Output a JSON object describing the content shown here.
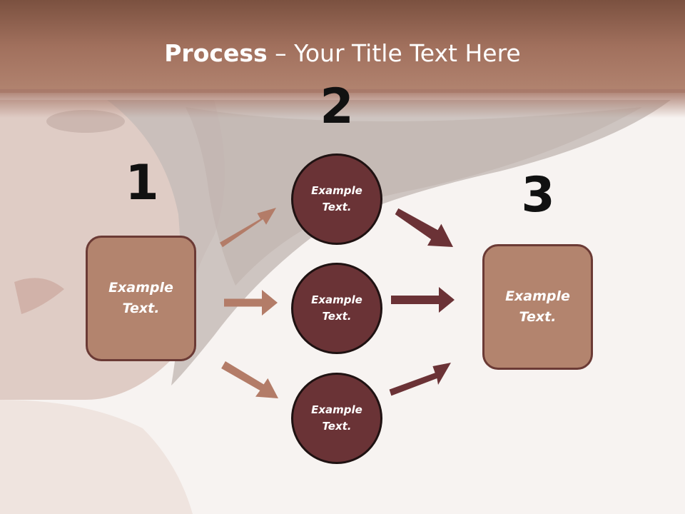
{
  "title": {
    "bold": "Process",
    "rest": " – Your Title Text Here"
  },
  "steps": {
    "one": "1",
    "two": "2",
    "three": "3"
  },
  "left_box": {
    "text": "Example\nText."
  },
  "right_box": {
    "text": "Example\nText."
  },
  "circles": [
    {
      "text": "Example\nText."
    },
    {
      "text": "Example\nText."
    },
    {
      "text": "Example\nText."
    }
  ],
  "colors": {
    "header_band": "#a8735f",
    "box_fill": "#b3846e",
    "box_border": "#6b3a35",
    "circle_fill": "#6a3336",
    "arrow_light": "#b37c68",
    "arrow_dark": "#6b3236"
  }
}
